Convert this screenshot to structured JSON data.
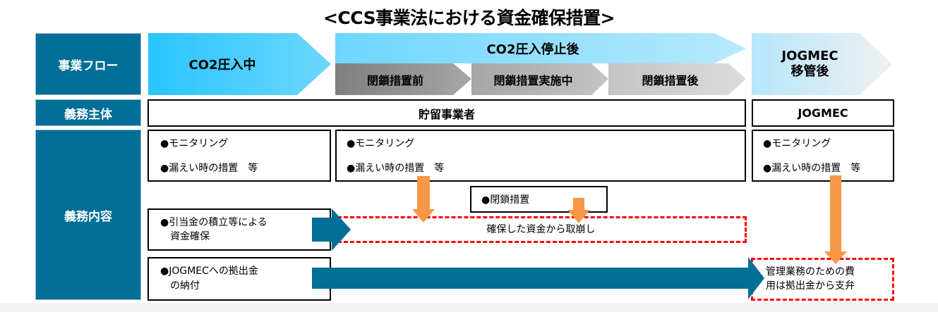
{
  "title": "<CCS事業法における資金確保措置>",
  "row_labels": {
    "flow": "事業フロー",
    "subject": "義務主体",
    "content": "義務内容"
  },
  "flow": {
    "injection": "CO2圧入中",
    "after_stop": "CO2圧入停止後",
    "before_closure": "閉鎖措置前",
    "during_closure": "閉鎖措置実施中",
    "after_closure": "閉鎖措置後",
    "jogmec_transfer_line1": "JOGMEC",
    "jogmec_transfer_line2": "移管後"
  },
  "subjects": {
    "operator": "貯留事業者",
    "jogmec": "JOGMEC"
  },
  "duties": {
    "box1": [
      "●モニタリング",
      "●漏えい時の措置　等"
    ],
    "box2": [
      "●モニタリング",
      "●漏えい時の措置　等"
    ],
    "box3": [
      "●モニタリング",
      "●漏えい時の措置　等"
    ],
    "closure": "●閉鎖措置",
    "reserve_line1": "●引当金の積立等による",
    "reserve_line2": "　資金確保",
    "contribution_line1": "●JOGMECへの拠出金",
    "contribution_line2": "　の納付",
    "withdraw": "確保した資金から取崩し",
    "admin_cost_line1": "管理業務のための費",
    "admin_cost_line2": "用は拠出金から支弁"
  },
  "colors": {
    "label_blue": "#006e96",
    "arrow_blue": "#006e96",
    "orange_arrow": "#f79646",
    "dashed_red": "#ff0000",
    "chevron_cyan_start": "#29c5ff",
    "chevron_cyan_end": "#6dd6ff"
  }
}
